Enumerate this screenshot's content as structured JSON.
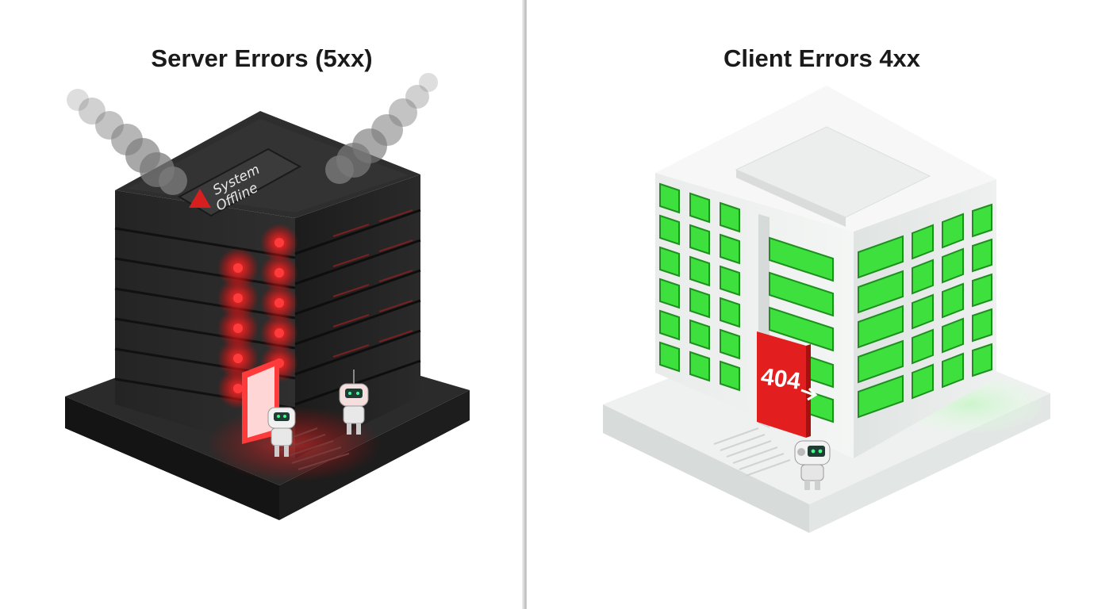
{
  "panels": {
    "server": {
      "title": "Server Errors (5xx)",
      "sign_line_1": "System",
      "sign_line_2": "Offline",
      "theme_color": "#e02020"
    },
    "client": {
      "title": "Client Errors 4xx",
      "door_label": "404",
      "theme_color": "#33dd33"
    }
  },
  "icons": [
    "smoke-icon",
    "warning-triangle-icon",
    "robot-icon",
    "arrow-icon"
  ]
}
